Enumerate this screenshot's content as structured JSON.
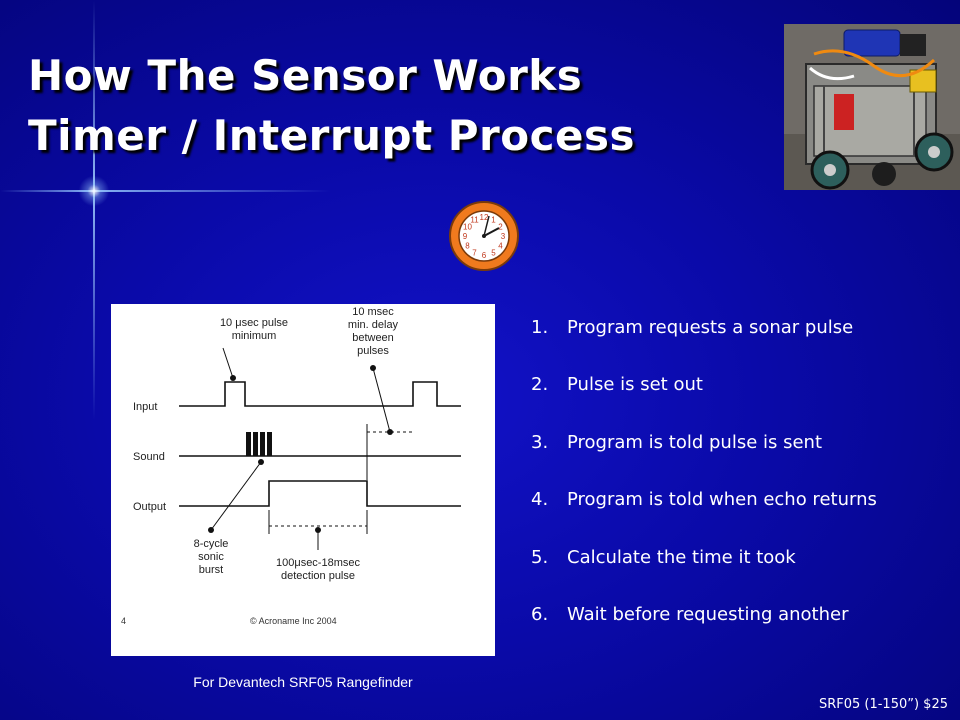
{
  "slide": {
    "title_line1": "How The Sensor Works",
    "title_line2": "Timer / Interrupt Process",
    "footer": "SRF05 (1-150”)  $25"
  },
  "diagram": {
    "caption": "For Devantech SRF05 Rangefinder",
    "signal_labels": [
      "Input",
      "Sound",
      "Output"
    ],
    "annotations": {
      "pulse_min": [
        "10 μsec pulse",
        "minimum"
      ],
      "delay": [
        "10 msec",
        "min. delay",
        "between",
        "pulses"
      ],
      "burst": [
        "8-cycle",
        "sonic",
        "burst"
      ],
      "detection": [
        "100μsec-18msec",
        "detection pulse"
      ]
    },
    "page_number": "4",
    "copyright": "© Acroname Inc 2004"
  },
  "steps": [
    {
      "num": "1.",
      "text": "Program requests a sonar pulse"
    },
    {
      "num": "2.",
      "text": "Pulse is set out"
    },
    {
      "num": "3.",
      "text": "Program is told pulse is sent"
    },
    {
      "num": "4.",
      "text": "Program is told when echo returns"
    },
    {
      "num": "5.",
      "text": "Calculate the time it took"
    },
    {
      "num": "6.",
      "text": "Wait before requesting another"
    }
  ],
  "clock": {
    "numerals": [
      "12",
      "1",
      "2",
      "3",
      "4",
      "5",
      "6",
      "7",
      "8",
      "9",
      "10",
      "11"
    ]
  },
  "icons": {
    "clock": "clock-icon",
    "robot_photo": "robot-photo"
  },
  "colors": {
    "background": "#0a0aa8",
    "title": "#ffffff",
    "clock_face": "#f07a1e"
  }
}
